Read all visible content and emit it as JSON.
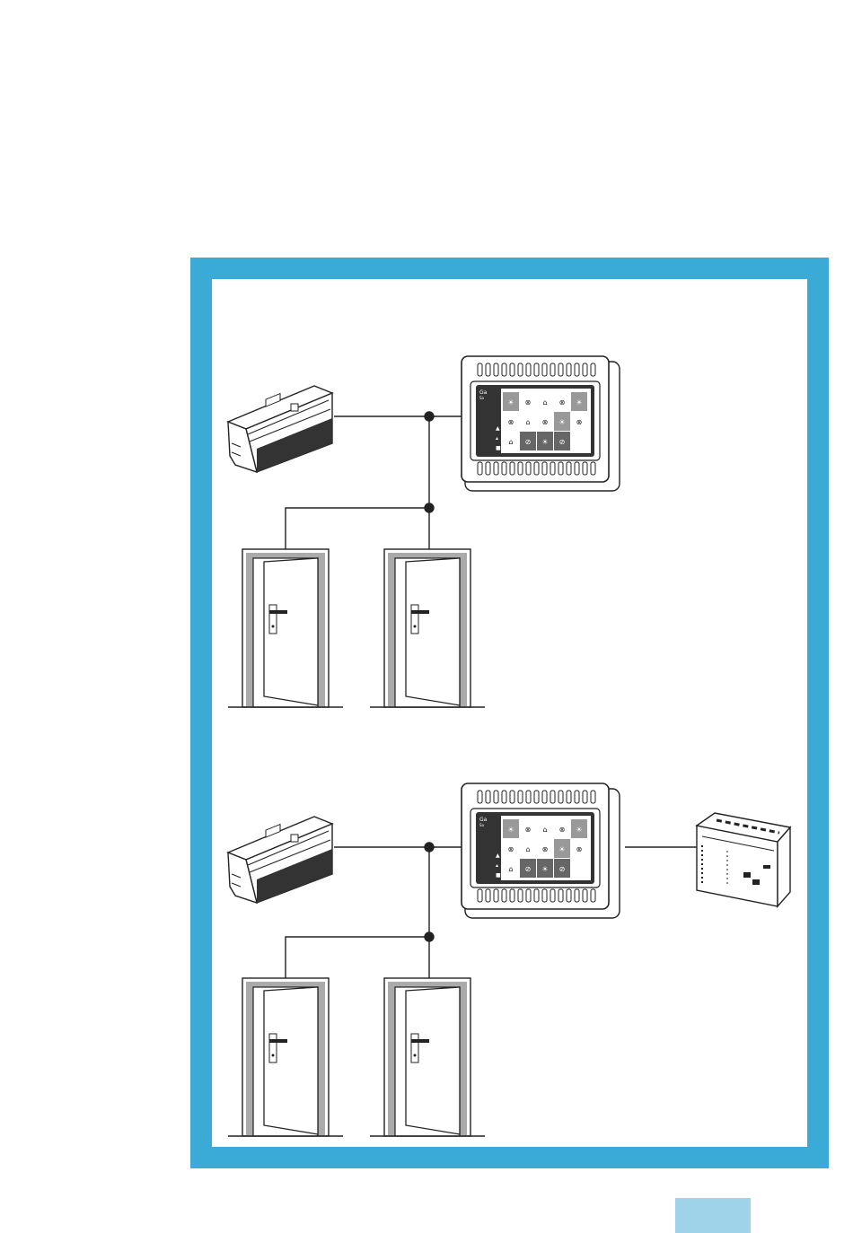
{
  "colors": {
    "frame": "#3aabd6",
    "page_tab": "#9fd3ea",
    "line": "#222222",
    "panel_dark": "#666666",
    "panel_mid": "#999999",
    "door_frame": "#aaaaaa"
  },
  "panel": {
    "brand_line1": "Ga",
    "brand_line2": "Sa",
    "grid": [
      [
        "alarm-icon",
        "cancel-icon",
        "lock-icon",
        "cancel-icon",
        "alarm-icon"
      ],
      [
        "cancel-icon",
        "lock-icon",
        "cancel-icon",
        "alarm-icon",
        "cancel-icon"
      ],
      [
        "lock-icon",
        "ok-icon",
        "alarm-icon",
        "ok-icon",
        ""
      ]
    ],
    "grid_shade": [
      [
        "mid",
        "light",
        "light",
        "light",
        "mid"
      ],
      [
        "light",
        "light",
        "light",
        "mid",
        "light"
      ],
      [
        "light",
        "dark",
        "dark",
        "dark",
        "light"
      ]
    ],
    "side_icons": [
      "bell-icon",
      "person-icon",
      "square-icon"
    ]
  },
  "diagrams": [
    {
      "name": "top-diagram",
      "has_extension_module": false
    },
    {
      "name": "bottom-diagram",
      "has_extension_module": true
    }
  ]
}
